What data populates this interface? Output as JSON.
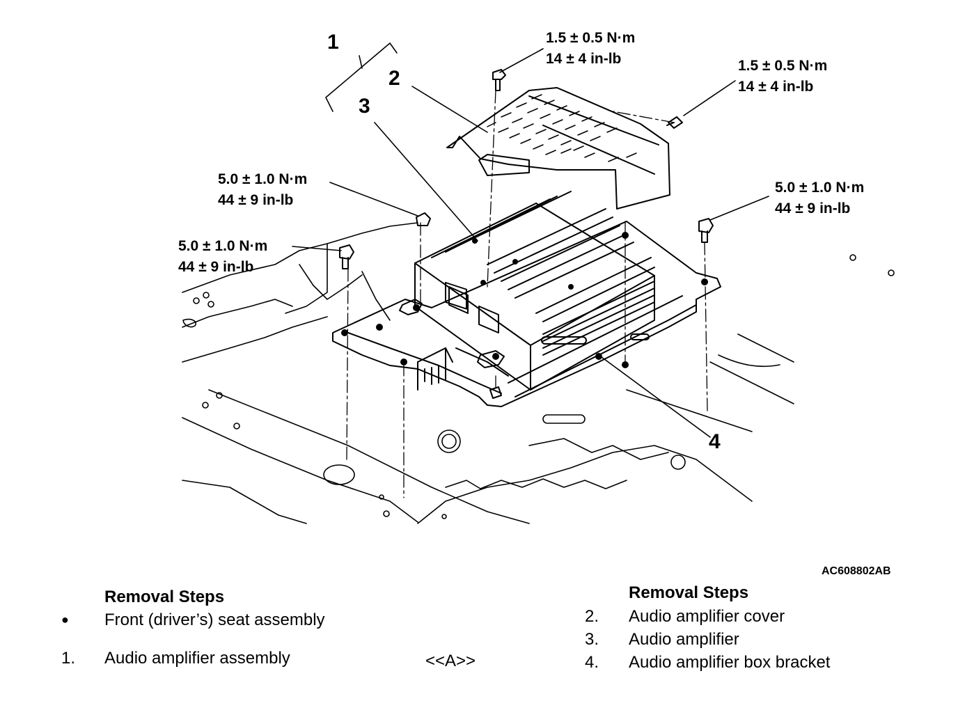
{
  "diagram": {
    "part_numbers": [
      "1",
      "2",
      "3",
      "4"
    ],
    "torque_callouts": [
      {
        "id": "cover-top",
        "nm": "1.5 ± 0.5 N·m",
        "inlb": "14 ± 4 in-lb"
      },
      {
        "id": "cover-right",
        "nm": "1.5 ± 0.5 N·m",
        "inlb": "14 ± 4 in-lb"
      },
      {
        "id": "amp-left",
        "nm": "5.0 ± 1.0 N·m",
        "inlb": "44 ± 9 in-lb"
      },
      {
        "id": "bracket-left",
        "nm": "5.0 ± 1.0 N·m",
        "inlb": "44 ± 9 in-lb"
      },
      {
        "id": "bracket-right",
        "nm": "5.0 ± 1.0 N·m",
        "inlb": "44 ± 9 in-lb"
      }
    ],
    "figure_code": "AC608802AB"
  },
  "left_steps": {
    "heading": "Removal Steps",
    "items": [
      {
        "marker": "●",
        "text": "Front (driver’s) seat assembly",
        "note": ""
      },
      {
        "marker": "1.",
        "text": "Audio amplifier assembly",
        "note": "<<A>>"
      }
    ]
  },
  "right_steps": {
    "heading": "Removal Steps",
    "items": [
      {
        "marker": "2.",
        "text": "Audio amplifier cover"
      },
      {
        "marker": "3.",
        "text": "Audio amplifier"
      },
      {
        "marker": "4.",
        "text": "Audio amplifier box bracket"
      }
    ]
  }
}
